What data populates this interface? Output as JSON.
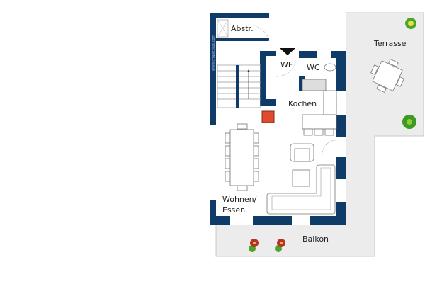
{
  "plan": {
    "watermark": "www.chaletplus.com",
    "rooms": {
      "abstr": "Abstr.",
      "terrasse": "Terrasse",
      "wf": "WF",
      "wc": "WC",
      "kochen": "Kochen",
      "wohnen_line1": "Wohnen/",
      "wohnen_line2": "Essen",
      "balkon": "Balkon"
    }
  },
  "colors": {
    "wall": "#0e3b68",
    "outdoor": "#ececec",
    "fireplace": "#e04a2e",
    "plant_green": "#4aa52a",
    "plant_red": "#b8322a"
  }
}
